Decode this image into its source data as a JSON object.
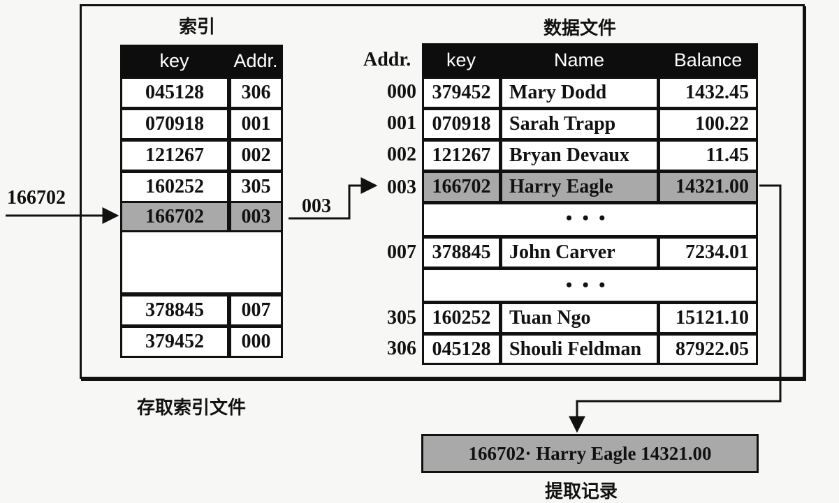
{
  "index": {
    "title": "索引",
    "headers": {
      "key": "key",
      "addr": "Addr."
    },
    "rows": [
      {
        "key": "045128",
        "addr": "306"
      },
      {
        "key": "070918",
        "addr": "001"
      },
      {
        "key": "121267",
        "addr": "002"
      },
      {
        "key": "160252",
        "addr": "305"
      },
      {
        "key": "166702",
        "addr": "003"
      },
      {
        "key": "378845",
        "addr": "007"
      },
      {
        "key": "379452",
        "addr": "000"
      }
    ]
  },
  "data_file": {
    "title": "数据文件",
    "addr_header": "Addr.",
    "headers": {
      "key": "key",
      "name": "Name",
      "balance": "Balance"
    },
    "rows": [
      {
        "addr": "000",
        "key": "379452",
        "name": "Mary Dodd",
        "balance": "1432.45"
      },
      {
        "addr": "001",
        "key": "070918",
        "name": "Sarah Trapp",
        "balance": "100.22"
      },
      {
        "addr": "002",
        "key": "121267",
        "name": "Bryan Devaux",
        "balance": "11.45"
      },
      {
        "addr": "003",
        "key": "166702",
        "name": "Harry Eagle",
        "balance": "14321.00"
      },
      {
        "addr": "007",
        "key": "378845",
        "name": "John Carver",
        "balance": "7234.01"
      },
      {
        "addr": "305",
        "key": "160252",
        "name": "Tuan Ngo",
        "balance": "15121.10"
      },
      {
        "addr": "306",
        "key": "045128",
        "name": "Shouli Feldman",
        "balance": "87922.05"
      }
    ],
    "ellipsis": "• • •"
  },
  "search_key": "166702",
  "pointer_addr": "003",
  "frame_caption": "存取索引文件",
  "result": {
    "text": "166702·  Harry Eagle   14321.00",
    "caption": "提取记录"
  },
  "colors": {
    "highlight": "#a9a9a9",
    "header_bg": "#0d0d0d",
    "line": "#111111"
  }
}
